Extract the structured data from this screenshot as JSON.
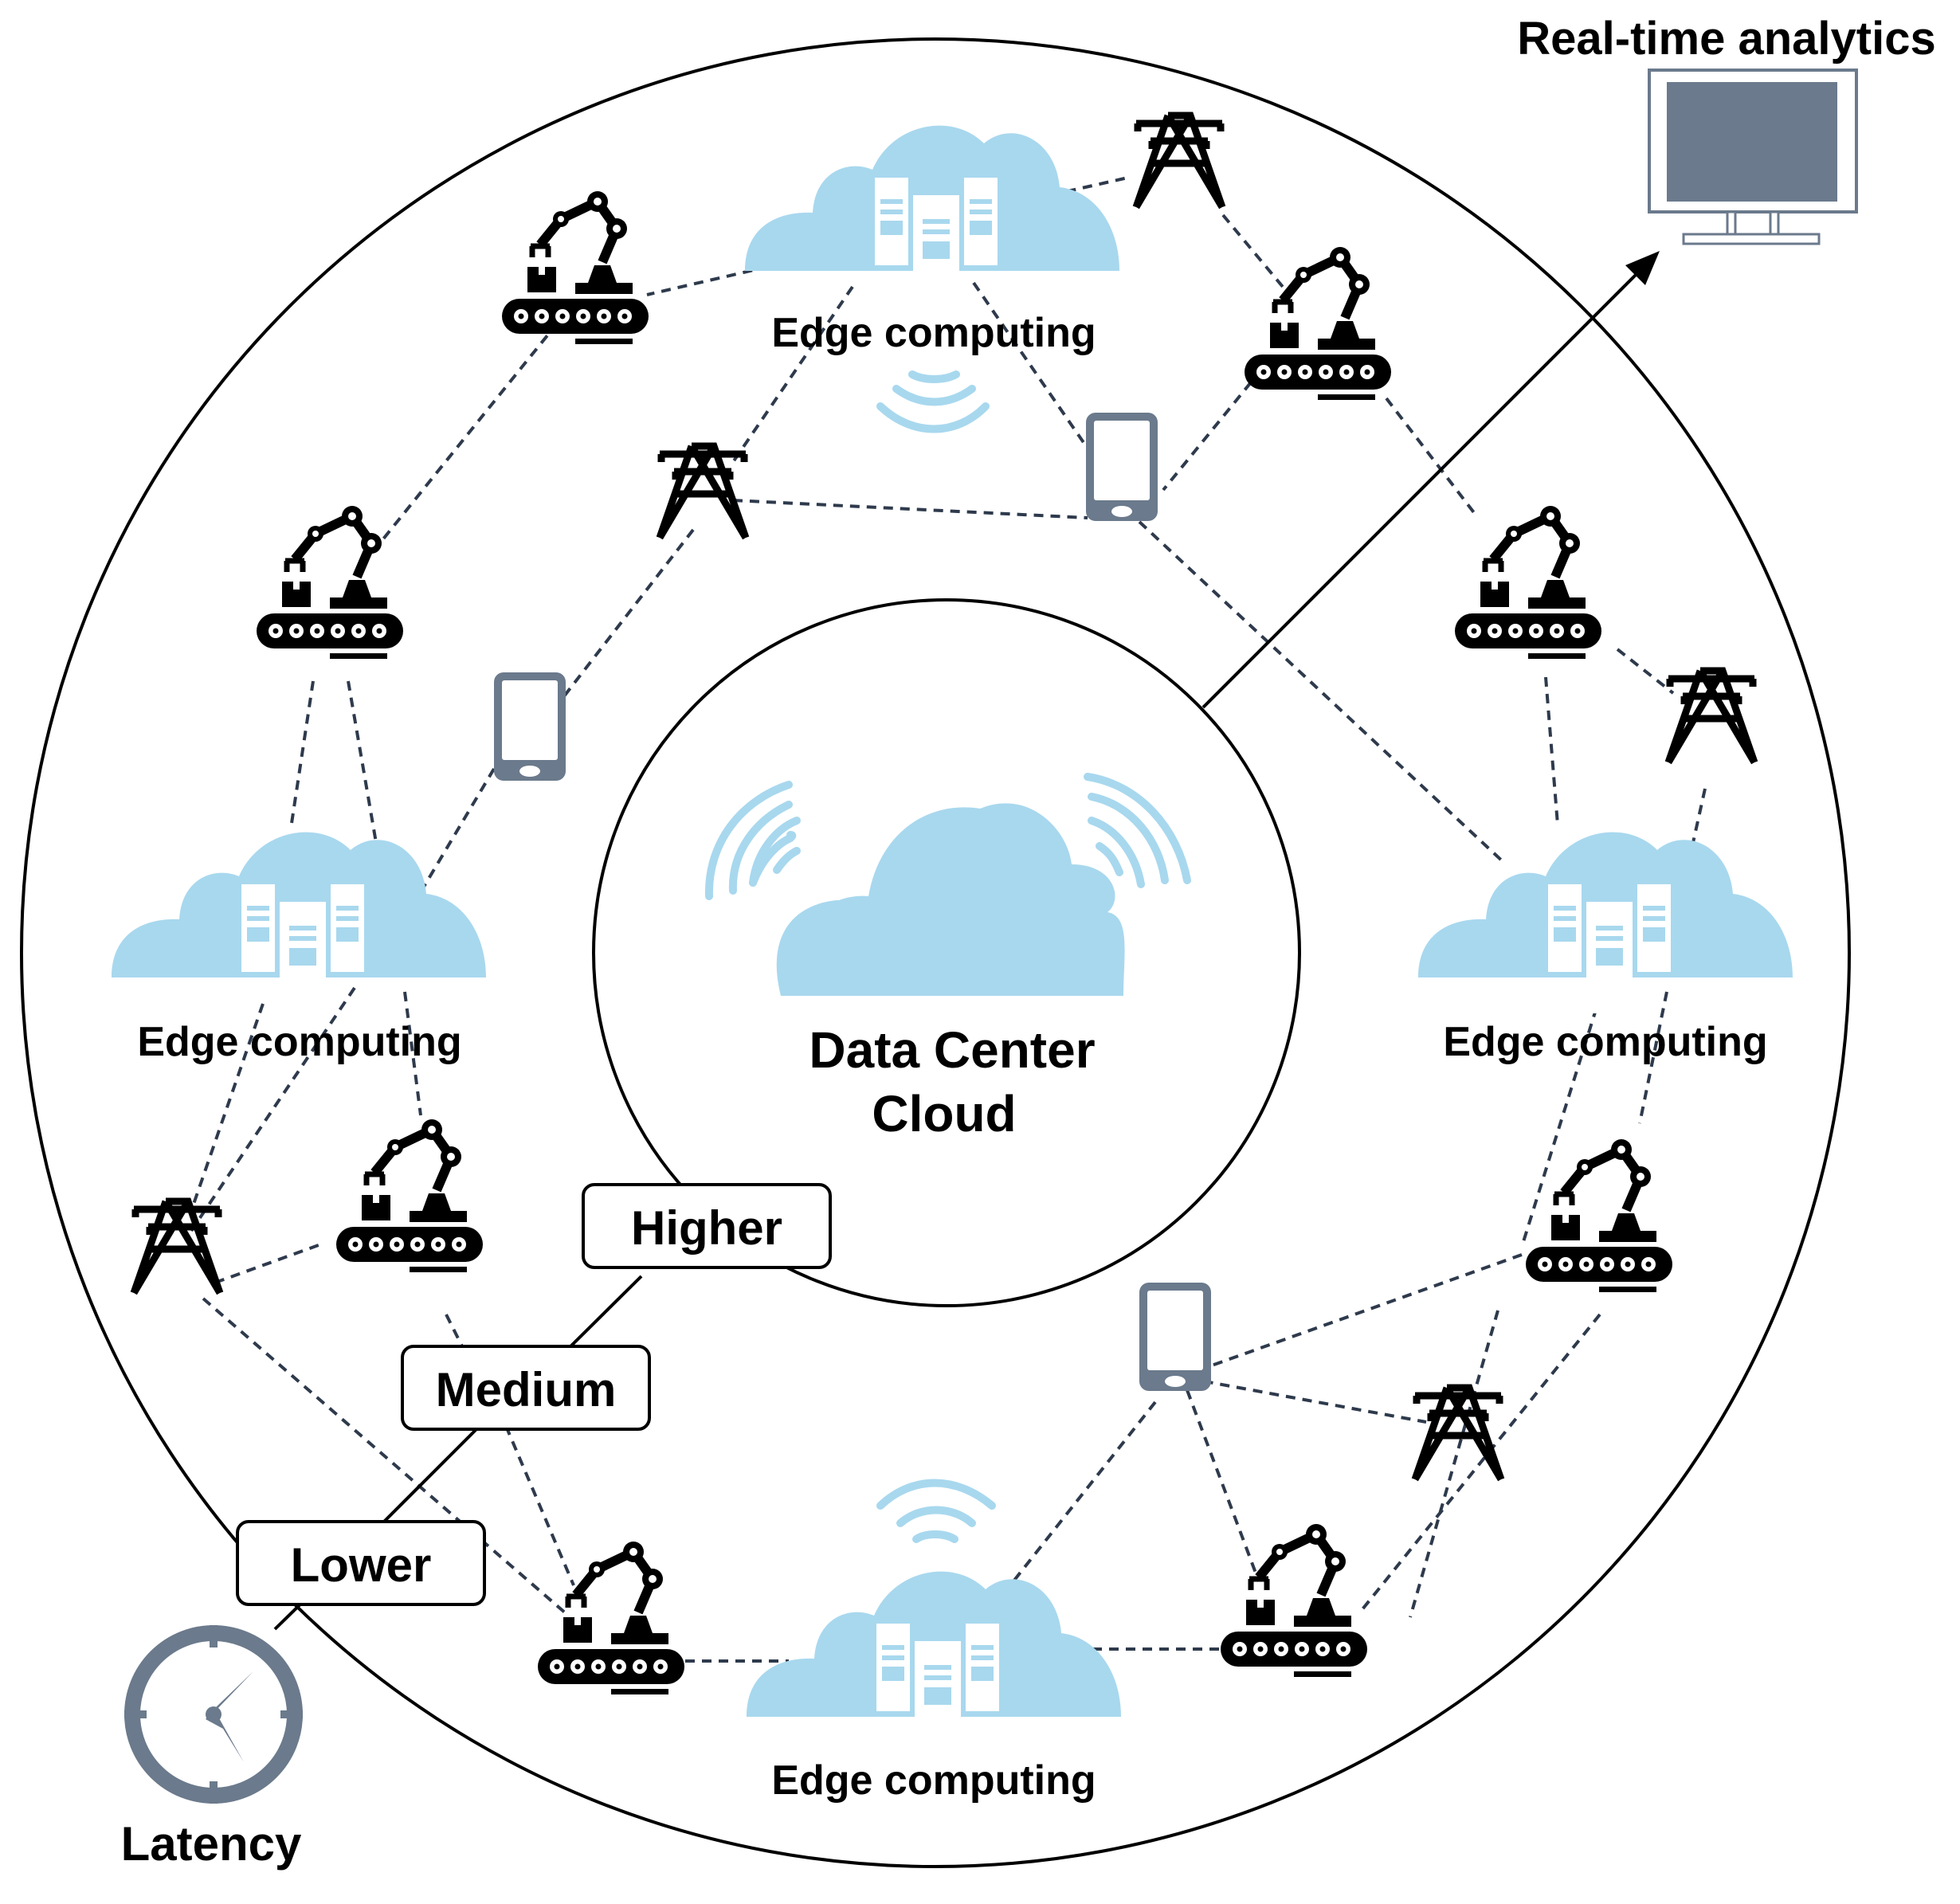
{
  "center": {
    "title_line1": "Data Center",
    "title_line2": "Cloud"
  },
  "edge_nodes": [
    {
      "id": "edge-top",
      "label": "Edge computing"
    },
    {
      "id": "edge-left",
      "label": "Edge computing"
    },
    {
      "id": "edge-right",
      "label": "Edge computing"
    },
    {
      "id": "edge-bottom",
      "label": "Edge computing"
    }
  ],
  "analytics": {
    "label": "Real-time analytics"
  },
  "latency": {
    "label": "Latency",
    "levels": [
      "Higher",
      "Medium",
      "Lower"
    ]
  },
  "colors": {
    "cloud": "#a8d8ee",
    "device": "#6b7a8c",
    "monitor_screen": "#6b7a8c",
    "clock": "#6b7a8c",
    "link": "#2e3a4c"
  },
  "icons": {
    "factory": "robot-arm-conveyor-icon",
    "tower": "transmission-tower-icon",
    "phone": "mobile-device-icon",
    "cloud": "cloud-server-icon",
    "monitor": "monitor-icon",
    "clock": "clock-icon",
    "wifi": "wifi-signal-icon"
  }
}
